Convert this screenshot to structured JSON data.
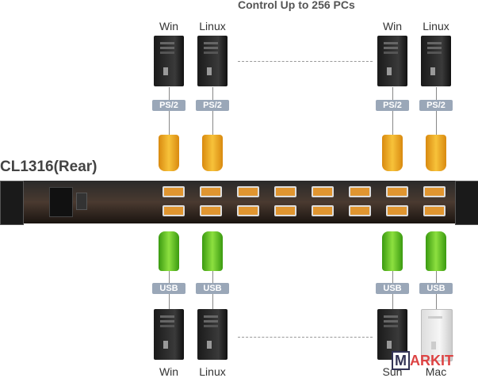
{
  "title": "Control Up to 256 PCs",
  "device_label": "CL1316(Rear)",
  "top_pcs": [
    {
      "label": "Win",
      "port": "PS/2"
    },
    {
      "label": "Linux",
      "port": "PS/2"
    },
    {
      "label": "Win",
      "port": "PS/2"
    },
    {
      "label": "Linux",
      "port": "PS/2"
    }
  ],
  "bottom_pcs": [
    {
      "label": "Win",
      "port": "USB"
    },
    {
      "label": "Linux",
      "port": "USB"
    },
    {
      "label": "Sun",
      "port": "USB"
    },
    {
      "label": "Mac",
      "port": "USB"
    }
  ],
  "watermark": {
    "boxed": "M",
    "rest": "ARKIT"
  },
  "colors": {
    "ps2": "#f7c23a",
    "usb": "#8de040",
    "badge": "#9aa7b8"
  }
}
